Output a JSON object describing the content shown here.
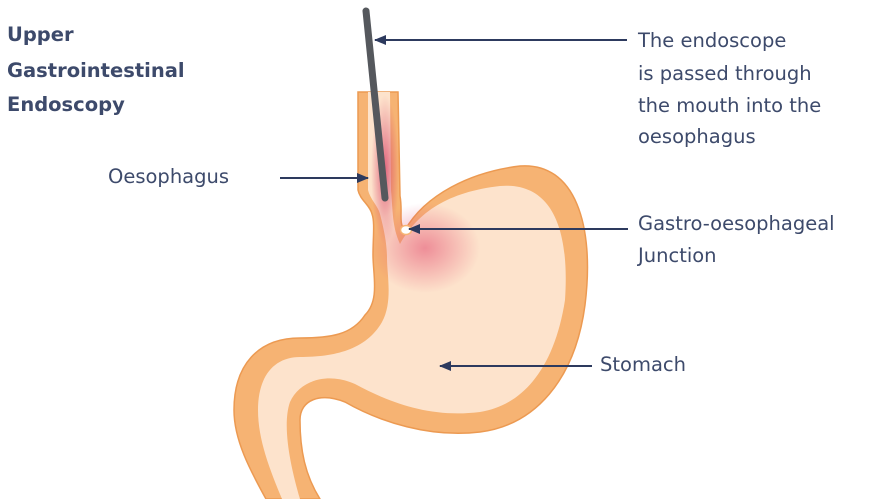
{
  "title": {
    "lines": [
      "Upper",
      "Gastrointestinal",
      "Endoscopy"
    ]
  },
  "labels": {
    "endoscope": [
      "The endoscope",
      "is passed through",
      "the mouth into the",
      "oesophagus"
    ],
    "oesophagus": "Oesophagus",
    "junction": [
      "Gastro-oesophageal",
      "Junction"
    ],
    "stomach": "Stomach"
  },
  "colors": {
    "text": "#3d4a6b",
    "arrow": "#2d3a5e",
    "stomach_wall": "#f6b373",
    "stomach_inner": "#fde3cc",
    "inflammation": "#e0506a",
    "endoscope": "#55585d"
  }
}
